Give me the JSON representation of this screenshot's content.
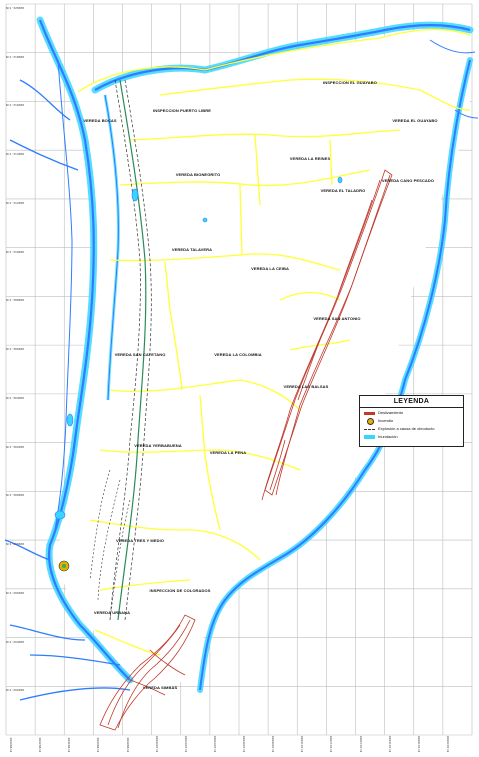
{
  "colors": {
    "river": "#2f7cff",
    "river_glow": "#38d6ff",
    "boundary": "#ffff33",
    "landslide": "#c0392b",
    "pipeline": "#2a8a5a",
    "grid": "#bdbdbd",
    "fire": "#e8b000"
  },
  "legend": {
    "title": "LEYENDA",
    "items": [
      {
        "label": "Deslizamiento",
        "swatch_color": "#c0392b",
        "icon": "landslide-swatch"
      },
      {
        "label": "Incendio",
        "swatch_color": "#e8b000",
        "icon": "fire-circle-icon"
      },
      {
        "label": "Explosión a causa de oleoducto",
        "swatch_color": "#333333",
        "icon": "dashed-line-icon"
      },
      {
        "label": "Inundación",
        "swatch_color": "#38d6ff",
        "icon": "flood-swatch"
      }
    ]
  },
  "places": [
    {
      "name": "INSPECCION EL GUAYABO"
    },
    {
      "name": "VEREDA EL GUAYABO"
    },
    {
      "name": "INSPECCION PUERTO LIBRE"
    },
    {
      "name": "VEREDA BOCAS"
    },
    {
      "name": "VEREDA LA REINES"
    },
    {
      "name": "VEREDA CANO PESCADO"
    },
    {
      "name": "VEREDA BIONEGRITO"
    },
    {
      "name": "VEREDA EL TALADRO"
    },
    {
      "name": "VEREDA TALAVERA"
    },
    {
      "name": "VEREDA LA CEIBA"
    },
    {
      "name": "VEREDA SAN ANTONIO"
    },
    {
      "name": "VEREDA SAN CAYETANO"
    },
    {
      "name": "VEREDA LA COLOMBIA"
    },
    {
      "name": "VEREDA LAS BALSAS"
    },
    {
      "name": "VEREDA YERBABUENA"
    },
    {
      "name": "VEREDA LA PENA"
    },
    {
      "name": "VEREDA TRES Y MEDIO"
    },
    {
      "name": "INSPECCION DE COLORADOS"
    },
    {
      "name": "VEREDA URBANA"
    },
    {
      "name": "VEREDA SIMBAS"
    }
  ],
  "axis": {
    "y_ticks": [
      "N=1'320000",
      "N=1'318000",
      "N=1'316000",
      "N=1'314000",
      "N=1'312000",
      "N=1'310000",
      "N=1'308000",
      "N=1'306000",
      "N=1'304000",
      "N=1'302000",
      "N=1'300000",
      "N=1'298000",
      "N=1'296000",
      "N=1'294000",
      "N=1'292000"
    ],
    "x_ticks": [
      "E=990000",
      "E=992000",
      "E=994000",
      "E=996000",
      "E=998000",
      "E=1000000",
      "E=1002000",
      "E=1004000",
      "E=1006000",
      "E=1008000",
      "E=1010000",
      "E=1012000",
      "E=1014000",
      "E=1016000",
      "E=1018000",
      "E=1020000"
    ]
  }
}
